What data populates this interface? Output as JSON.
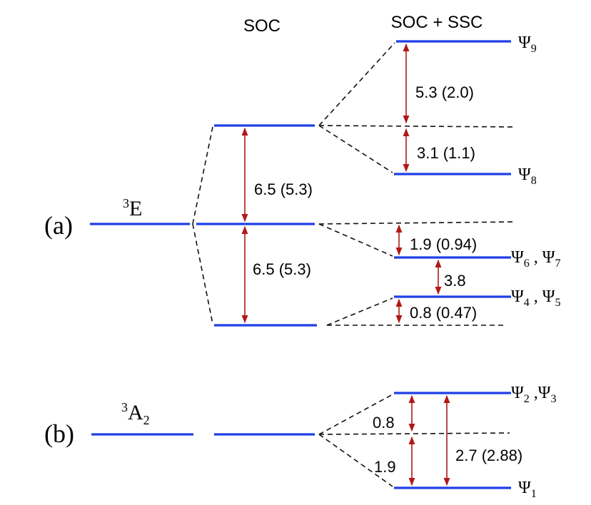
{
  "headers": {
    "soc": "SOC",
    "soc_ssc": "SOC + SSC"
  },
  "panel_a": {
    "label": "(a)",
    "term": {
      "sup": "3",
      "main": "E"
    },
    "splittings": {
      "soc_upper": "6.5 (5.3)",
      "soc_lower": "6.5 (5.3)",
      "psi9_gap": "5.3 (2.0)",
      "psi8_gap": "3.1 (1.1)",
      "psi67_gap": "1.9 (0.94)",
      "psi67_psi45": "3.8",
      "psi45_gap": "0.8 (0.47)"
    },
    "states": {
      "psi9": {
        "sym": "Ψ",
        "sub": "9"
      },
      "psi8": {
        "sym": "Ψ",
        "sub": "8"
      },
      "psi67": {
        "sym": "Ψ",
        "sub1": "6",
        "sep": " , ",
        "sym2": "Ψ",
        "sub2": "7"
      },
      "psi45": {
        "sym": "Ψ",
        "sub1": "4",
        "sep": " , ",
        "sym2": "Ψ",
        "sub2": "5"
      }
    }
  },
  "panel_b": {
    "label": "(b)",
    "term": {
      "sup": "3",
      "main": "A",
      "sub": "2"
    },
    "splittings": {
      "upper": "0.8",
      "lower": "1.9",
      "total": "2.7 (2.88)"
    },
    "states": {
      "psi23": {
        "sym": "Ψ",
        "sub1": "2",
        "sep": " ,",
        "sym2": "Ψ",
        "sub2": "3"
      },
      "psi1": {
        "sym": "Ψ",
        "sub": "1"
      }
    }
  },
  "colors": {
    "level": "#1f3fe6",
    "arrow": "#b01818",
    "dashed": "#111111"
  }
}
